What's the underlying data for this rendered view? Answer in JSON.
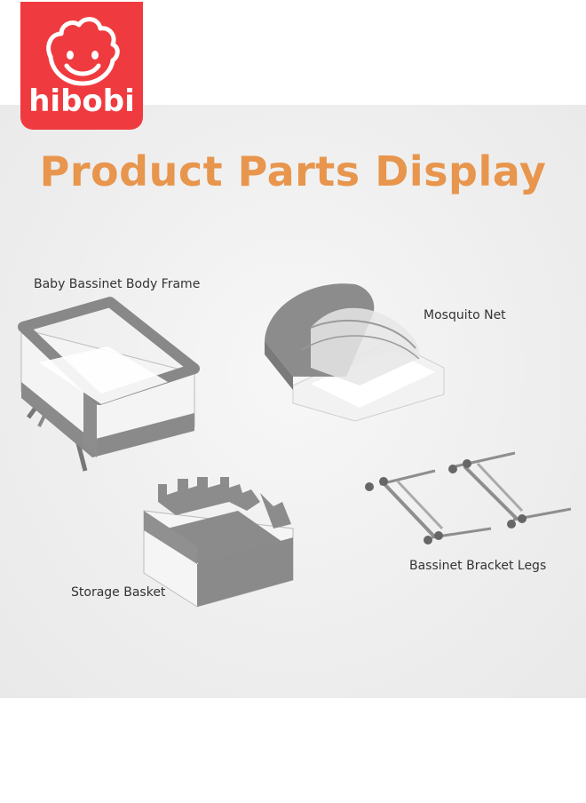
{
  "brand": {
    "name": "hibobi",
    "color": "#ef3b3f"
  },
  "title": {
    "text": "Product Parts Display",
    "color": "#e8954d"
  },
  "parts": [
    {
      "label": "Baby Bassinet Body Frame"
    },
    {
      "label": "Mosquito Net"
    },
    {
      "label": "Storage Basket"
    },
    {
      "label": "Bassinet Bracket Legs"
    }
  ]
}
